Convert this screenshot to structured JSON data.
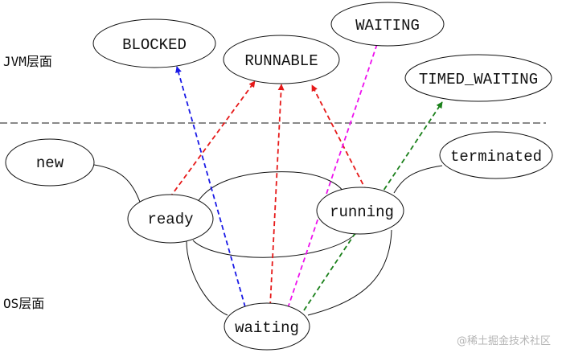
{
  "layers": {
    "jvm": "JVM层面",
    "os": "OS层面"
  },
  "jvm_states": {
    "blocked": "BLOCKED",
    "runnable": "RUNNABLE",
    "waiting": "WAITING",
    "timed_waiting": "TIMED_WAITING"
  },
  "os_states": {
    "new": "new",
    "ready": "ready",
    "running": "running",
    "waiting": "waiting",
    "terminated": "terminated"
  },
  "watermark": "@稀土掘金技术社区",
  "colors": {
    "blocked_arrow": "#1a1ae6",
    "runnable_arrow": "#e61919",
    "waiting_arrow": "#ee10ee",
    "timed_waiting_arrow": "#1a801a",
    "separator": "#444444",
    "node_stroke": "#111111"
  }
}
